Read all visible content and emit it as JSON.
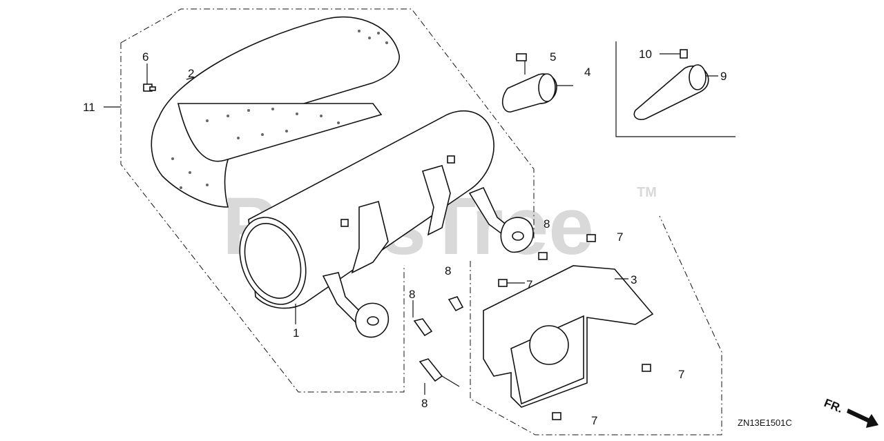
{
  "watermark": {
    "text": "PartsTree",
    "tm": "TM"
  },
  "callouts": {
    "c1": "1",
    "c2": "2",
    "c3": "3",
    "c4": "4",
    "c5": "5",
    "c6": "6",
    "c7a": "7",
    "c7b": "7",
    "c7c": "7",
    "c7d": "7",
    "c8a": "8",
    "c8b": "8",
    "c8c": "8",
    "c8d": "8",
    "c9": "9",
    "c10": "10",
    "c11": "11"
  },
  "diagram_code": "ZN13E1501C",
  "front_marker": "FR.",
  "icons": {
    "front_arrow": "arrow-right-down-icon"
  }
}
